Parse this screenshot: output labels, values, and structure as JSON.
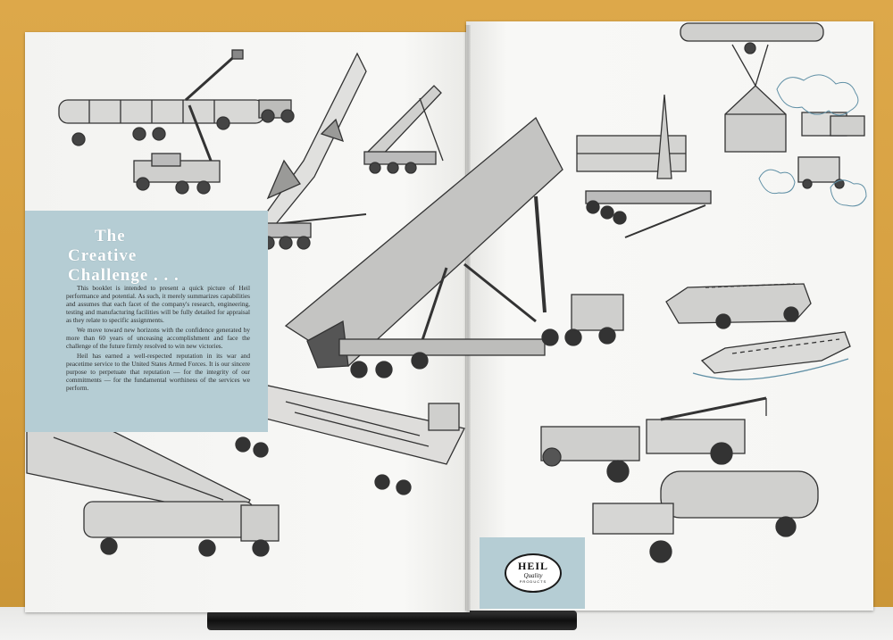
{
  "brochure": {
    "heading": {
      "line1": "The",
      "line2": "Creative",
      "line3": "Challenge . . ."
    },
    "paragraphs": [
      "This booklet is intended to present a quick picture of Heil performance and potential. As such, it merely summarizes capabilities and assumes that each facet of the company's research, engineering, testing and manufacturing facilities will be fully detailed for appraisal as they relate to specific assignments.",
      "We move toward new horizons with the confidence generated by more than 60 years of unceasing accomplishment and face the challenge of the future firmly resolved to win new victories.",
      "Heil has earned a well-respected reputation in its war and peacetime service to the United States Armed Forces. It is our sincere purpose to perpetuate that reputation — for the integrity of our commitments — for the fundamental worthiness of the services we perform."
    ],
    "logo": {
      "name": "HEIL",
      "script": "Quality",
      "small": "PRODUCTS"
    }
  },
  "colors": {
    "panel_blue": "#b5cdd4",
    "background_orange": "#d9a444",
    "ink": "#2d2d2d"
  }
}
